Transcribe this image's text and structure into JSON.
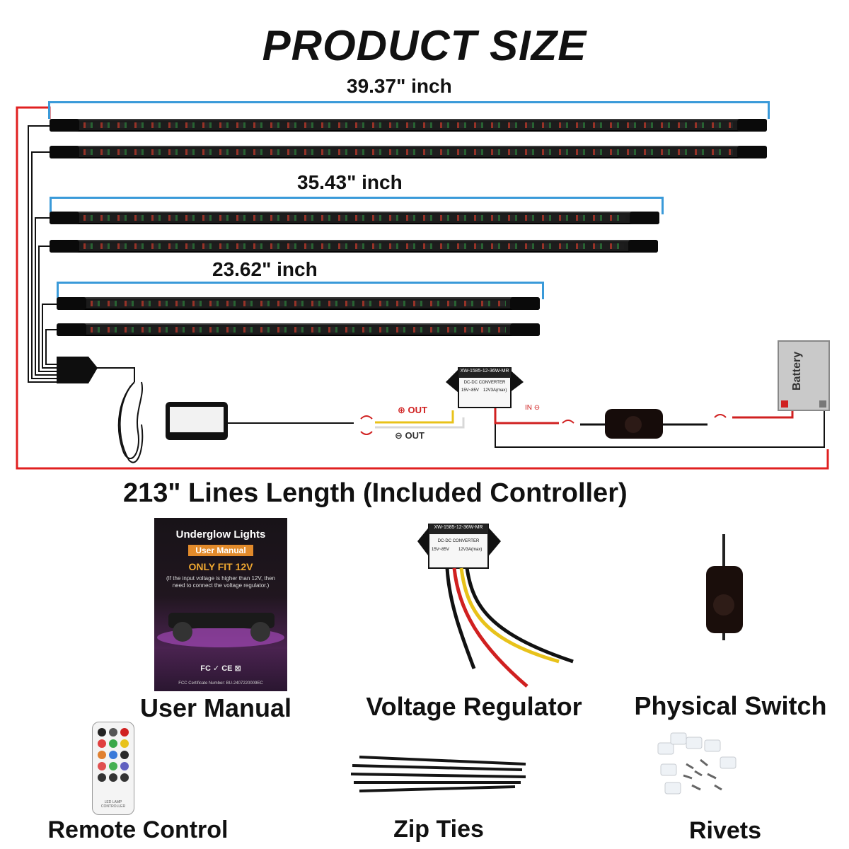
{
  "title": "PRODUCT SIZE",
  "dimensions": {
    "long": "39.37\" inch",
    "medium": "35.43\" inch",
    "short": "23.62\" inch"
  },
  "lines_caption": "213\" Lines Length (Included Controller)",
  "wiring": {
    "out_positive": "OUT",
    "out_negative": "OUT",
    "in_label": "IN",
    "converter_model": "XW-1585-12-36W-MR",
    "converter_type": "DC-DC  CONVERTER",
    "converter_in": "15V~85V",
    "converter_out": "12V3A(max)",
    "converter_in_label": "IN",
    "converter_out_label": "OUT",
    "battery": "Battery"
  },
  "manual": {
    "heading": "Underglow Lights",
    "badge": "User Manual",
    "fit": "ONLY FIT 12V",
    "note": "(If the input voltage is higher than 12V, then need to connect the voltage regulator.)",
    "certs": "FC ✓ CE ⊠",
    "fcc": "FCC Certificate Number: BU-2407220009EC"
  },
  "items": {
    "manual": "User Manual",
    "regulator": "Voltage Regulator",
    "switch": "Physical Switch",
    "remote": "Remote Control",
    "zip": "Zip Ties",
    "rivets": "Rivets"
  },
  "remote_label": "LED LAMP CONTROLLER"
}
